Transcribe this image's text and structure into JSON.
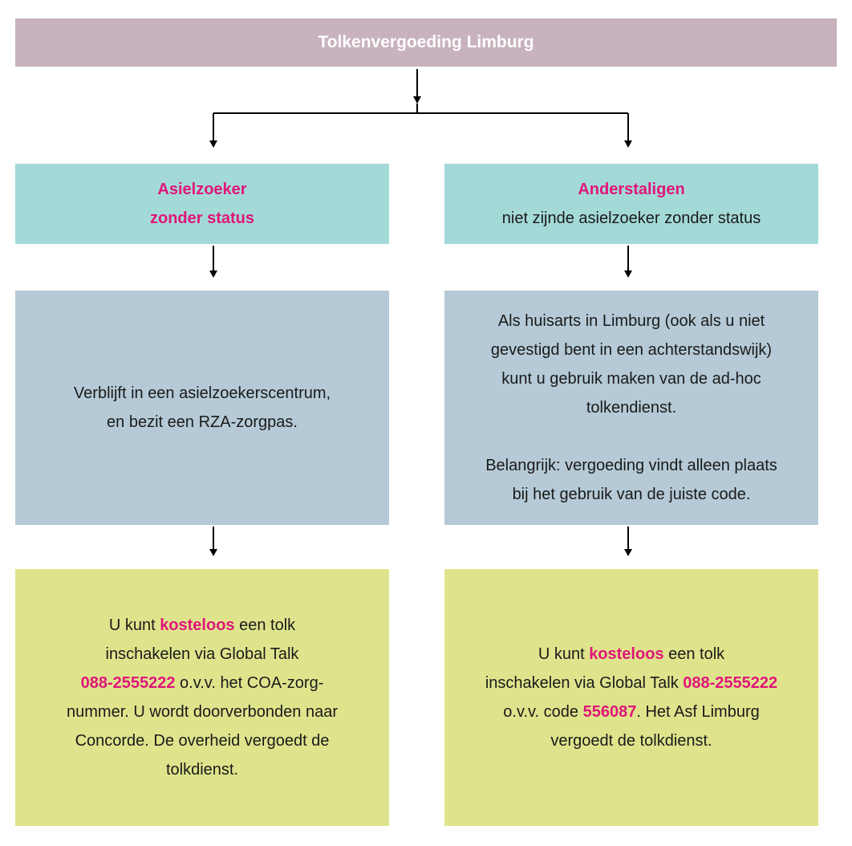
{
  "title": "Tolkenvergoeding Limburg",
  "left": {
    "heading_line1": "Asielzoeker",
    "heading_line2": "zonder status",
    "condition_line1": "Verblijft in een asielzoekerscentrum,",
    "condition_line2": "en bezit een RZA-zorgpas.",
    "result": {
      "l1_pre": "U kunt ",
      "l1_bold": "kosteloos",
      "l1_post": " een tolk",
      "l2": "inschakelen via Global Talk",
      "l3_bold": "088-2555222",
      "l3_post": " o.v.v. het COA-zorg-",
      "l4": "nummer. U wordt doorverbonden naar",
      "l5": "Concorde. De overheid vergoedt de",
      "l6": "tolkdienst."
    }
  },
  "right": {
    "heading": "Anderstaligen",
    "subheading": "niet zijnde asielzoeker zonder status",
    "condition_lines": [
      "Als huisarts in Limburg (ook als u niet",
      "gevestigd bent in een achterstandswijk)",
      "kunt u gebruik maken van de ad-hoc",
      "tolkendienst."
    ],
    "note_lines": [
      "Belangrijk: vergoeding vindt alleen plaats",
      "bij het gebruik van de juiste code."
    ],
    "result": {
      "l1_pre": "U kunt ",
      "l1_bold": "kosteloos",
      "l1_post": " een tolk",
      "l2_pre": "inschakelen via Global Talk ",
      "l2_bold": "088-2555222",
      "l3_pre": "o.v.v. code ",
      "l3_bold": "556087",
      "l3_post": ". Het Asf Limburg",
      "l4": "vergoedt de tolkdienst."
    }
  },
  "colors": {
    "title_bg": "#c8b2be",
    "heading_bg": "#a3dad8",
    "condition_bg": "#b5cad6",
    "result_bg": "#dfe48c",
    "accent": "#e0157a"
  }
}
